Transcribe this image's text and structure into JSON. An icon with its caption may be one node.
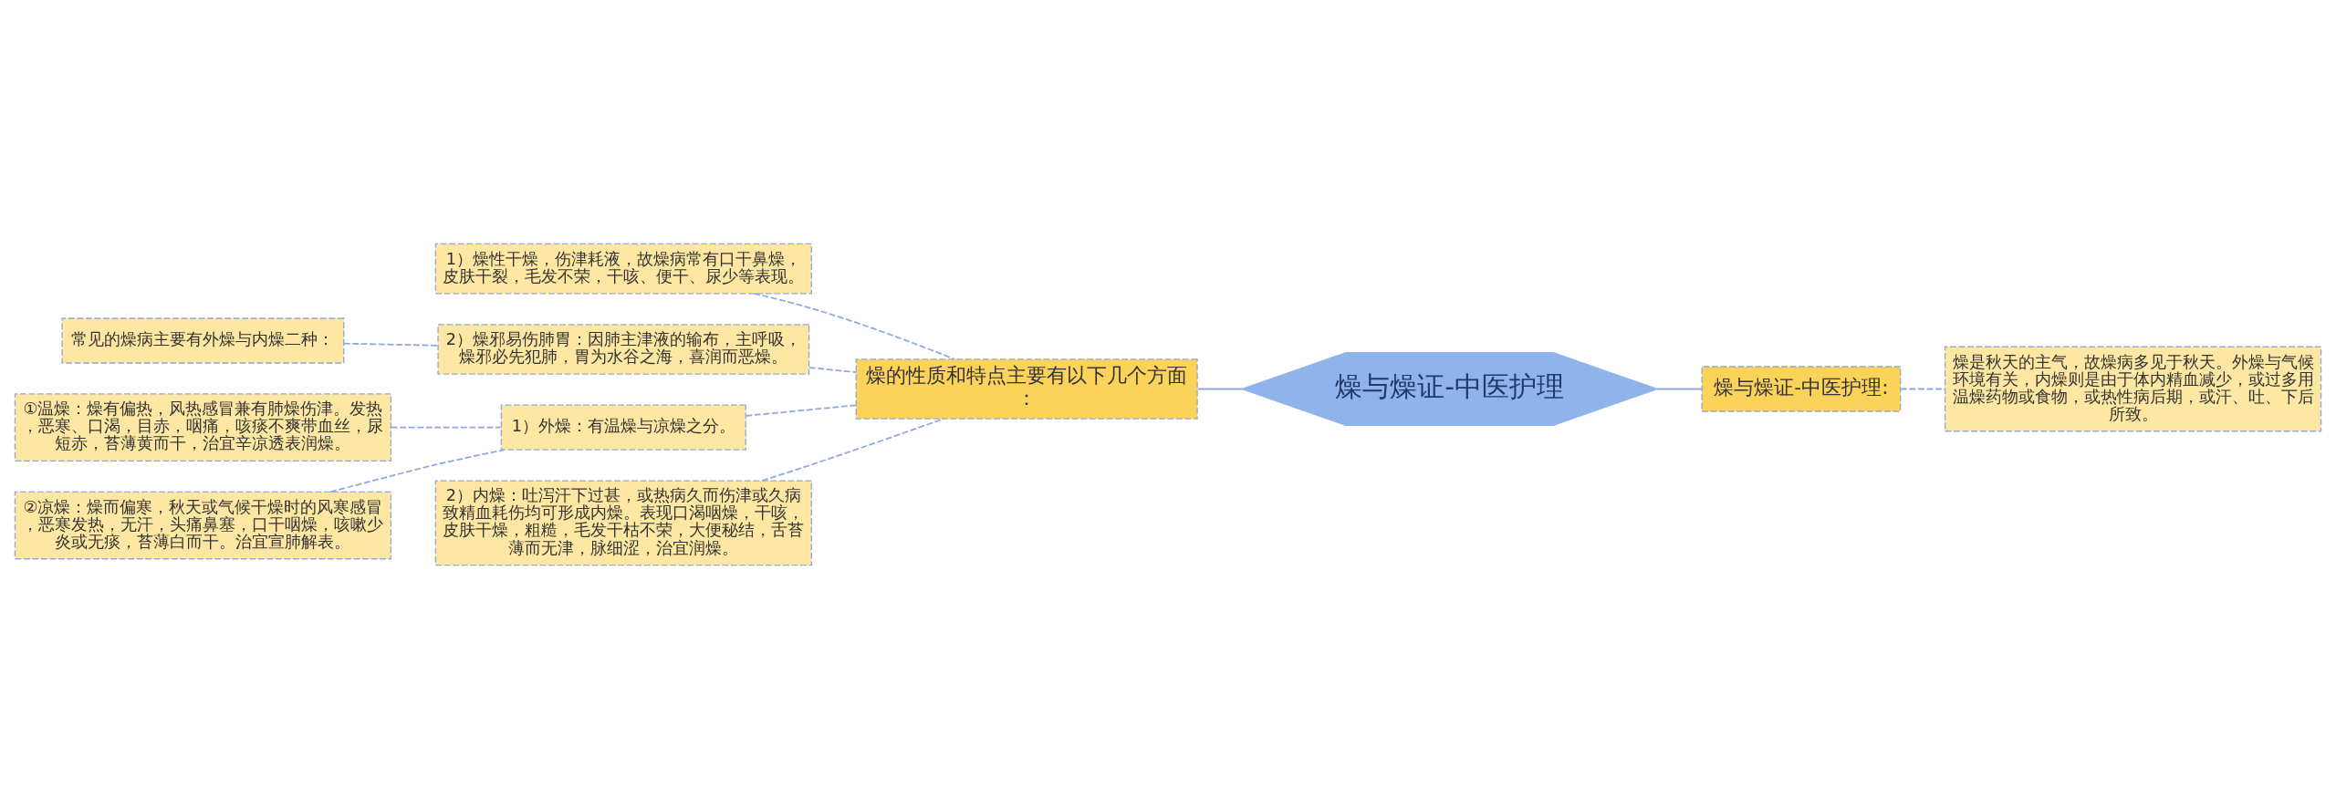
{
  "diagram": {
    "nodes": [
      {
        "text": [
          "燥与燥证-中医护理"
        ]
      },
      {
        "text": [
          "燥的性质和特点主要有以下几个方面："
        ]
      },
      {
        "text": [
          "1）燥性干燥，伤津耗液，故燥病常有口干鼻燥，皮肤干裂，毛发不荣，干咳、便干、尿少等表现。"
        ]
      },
      {
        "text": [
          "2）燥邪易伤肺胃：因肺主津液的输布，主呼吸，燥邪必先犯肺，胃为水谷之海，喜润而恶燥。"
        ]
      },
      {
        "text": [
          "常见的燥病主要有外燥与内燥二种："
        ]
      },
      {
        "text": [
          "1）外燥：有温燥与凉燥之分。"
        ]
      },
      {
        "text": [
          "①温燥：燥有偏热，风热感冒兼有肺燥伤津。发热，恶寒、口渴，目赤，咽痛，咳痰不爽带血丝，尿短赤，苔薄黄而干，治宜辛凉透表润燥。"
        ]
      },
      {
        "text": [
          "②凉燥：燥而偏寒，秋天或气候干燥时的风寒感冒，恶寒发热，无汗，头痛鼻塞，口干咽燥，咳嗽少炎或无痰，苔薄白而干。治宜宣肺解表。"
        ]
      },
      {
        "text": [
          "2）内燥：吐泻汗下过甚，或热病久而伤津或久病致精血耗伤均可形成内燥。表现口渴咽燥，干咳，皮肤干燥，粗糙，毛发干枯不荣，大便秘结，舌苔薄而无津，脉细涩，治宜润燥。"
        ]
      },
      {
        "text": [
          "燥与燥证-中医护理:"
        ]
      },
      {
        "text": [
          "燥是秋天的主气，故燥病多见于秋天。外燥与气候环境有关，内燥则是由于体内精血减少，或过多用温燥药物或食物，或热性病后期，或汗、吐、下后所致。"
        ]
      }
    ],
    "edges": [
      {
        "from": 4,
        "to": 3,
        "arrow": "none",
        "style": "dashed"
      },
      {
        "from": 6,
        "to": 5,
        "arrow": "none",
        "style": "dashed"
      },
      {
        "from": 7,
        "to": 5,
        "arrow": "none",
        "style": "dashed"
      },
      {
        "from": 2,
        "to": 1,
        "arrow": "none",
        "style": "dashed"
      },
      {
        "from": 3,
        "to": 1,
        "arrow": "none",
        "style": "dashed"
      },
      {
        "from": 5,
        "to": 1,
        "arrow": "none",
        "style": "dashed"
      },
      {
        "from": 8,
        "to": 1,
        "arrow": "none",
        "style": "dashed"
      },
      {
        "from": 1,
        "to": 0,
        "arrow": "none"
      },
      {
        "from": 0,
        "to": 9,
        "arrow": "none"
      },
      {
        "from": 9,
        "to": 10,
        "arrow": "none",
        "style": "dashed"
      }
    ]
  }
}
